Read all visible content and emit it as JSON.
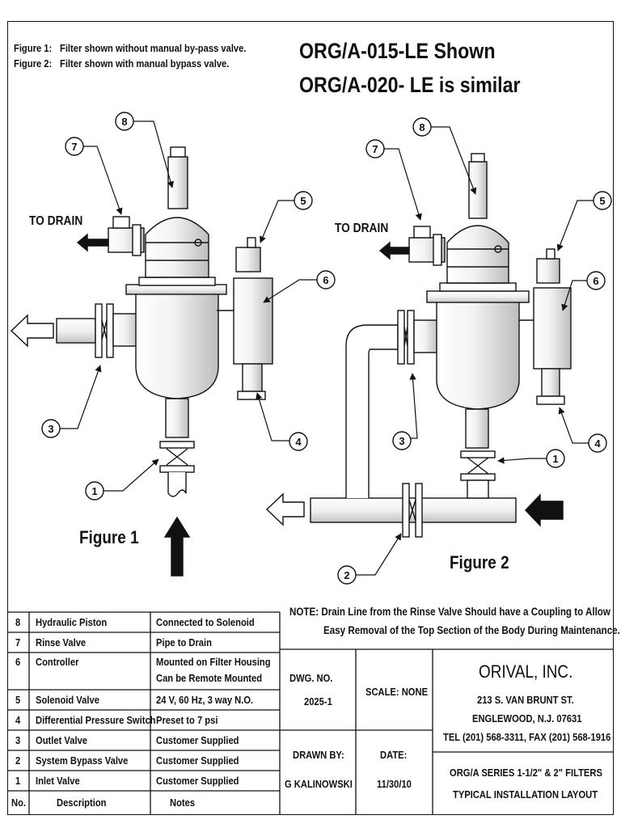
{
  "header": {
    "fig1_label": "Figure 1:",
    "fig1_desc": "Filter shown without manual by-pass valve.",
    "fig2_label": "Figure 2:",
    "fig2_desc": "Filter shown with manual bypass valve.",
    "model_shown": "ORG/A-015-LE Shown",
    "model_similar": "ORG/A-020- LE is similar"
  },
  "figures": {
    "fig1_caption": "Figure 1",
    "fig2_caption": "Figure 2",
    "to_drain": "TO DRAIN",
    "balloons": [
      "1",
      "2",
      "3",
      "4",
      "5",
      "6",
      "7",
      "8"
    ]
  },
  "note": {
    "line1": "NOTE: Drain Line from the Rinse Valve Should have a Coupling to Allow",
    "line2": "Easy Removal of the Top Section of the Body During Maintenance."
  },
  "parts_table": {
    "headers": {
      "no": "No.",
      "description": "Description",
      "notes": "Notes"
    },
    "rows": [
      {
        "no": "8",
        "description": "Hydraulic Piston",
        "notes": "Connected to Solenoid",
        "notes2": ""
      },
      {
        "no": "7",
        "description": "Rinse Valve",
        "notes": "Pipe to Drain",
        "notes2": ""
      },
      {
        "no": "6",
        "description": "Controller",
        "notes": "Mounted on Filter Housing",
        "notes2": "Can be Remote Mounted"
      },
      {
        "no": "5",
        "description": "Solenoid Valve",
        "notes": "24 V, 60 Hz, 3 way N.O.",
        "notes2": ""
      },
      {
        "no": "4",
        "description": "Differential Pressure Switch",
        "notes": "Preset to 7 psi",
        "notes2": ""
      },
      {
        "no": "3",
        "description": "Outlet Valve",
        "notes": "Customer Supplied",
        "notes2": ""
      },
      {
        "no": "2",
        "description": "System Bypass Valve",
        "notes": "Customer Supplied",
        "notes2": ""
      },
      {
        "no": "1",
        "description": "Inlet Valve",
        "notes": "Customer Supplied",
        "notes2": ""
      }
    ]
  },
  "title_block": {
    "dwg_label": "DWG. NO.",
    "dwg_no": "2025-1",
    "scale": "SCALE: NONE",
    "drawn_by_label": "DRAWN BY:",
    "drawn_by": "G KALINOWSKI",
    "date_label": "DATE:",
    "date": "11/30/10",
    "company": "ORIVAL, INC.",
    "address1": "213 S. VAN BRUNT ST.",
    "address2": "ENGLEWOOD, N.J. 07631",
    "phone": "TEL (201) 568-3311, FAX (201) 568-1916",
    "title1": "ORG/A SERIES 1-1/2\" & 2\" FILTERS",
    "title2": "TYPICAL INSTALLATION LAYOUT"
  }
}
